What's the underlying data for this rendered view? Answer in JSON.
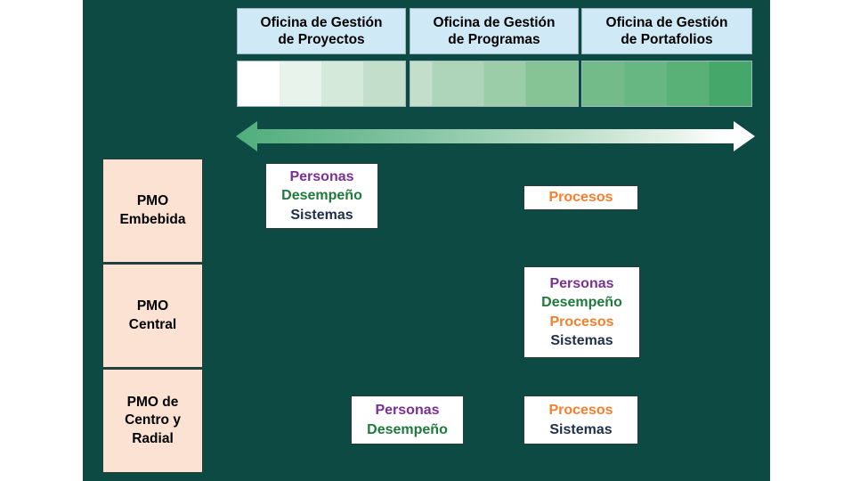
{
  "colors": {
    "panel_background": "#0e4a44",
    "header_box": "#cfe9f7",
    "pmo_box": "#fbe2d2",
    "personas": "#7a2f96",
    "desempeno": "#1e7a3c",
    "procesos": "#f4802e",
    "sistemas": "#1f2e4a",
    "gradient_end": "#45a86a"
  },
  "headers": [
    {
      "label": "Oficina de Gestión de Proyectos",
      "line1": "Oficina de Gestión",
      "line2": "de Proyectos"
    },
    {
      "label": "Oficina de Gestión de Programas",
      "line1": "Oficina de Gestión",
      "line2": "de Programas"
    },
    {
      "label": "Oficina de Gestión de Portafolios",
      "line1": "Oficina de Gestión",
      "line2": "de Portafolios"
    }
  ],
  "pmo_types": [
    {
      "label": "PMO Embebida",
      "line1": "PMO",
      "line2": "Embebida",
      "line3": ""
    },
    {
      "label": "PMO Central",
      "line1": "PMO",
      "line2": "Central",
      "line3": ""
    },
    {
      "label": "PMO de Centro y Radial",
      "line1": "PMO de",
      "line2": "Centro y",
      "line3": "Radial"
    }
  ],
  "terms": {
    "personas": "Personas",
    "desempeno": "Desempeño",
    "procesos": "Procesos",
    "sistemas": "Sistemas"
  },
  "matrix": [
    {
      "row": "PMO Embebida",
      "cells": [
        {
          "column": "Oficina de Gestión de Proyectos",
          "items": [
            "Personas",
            "Desempeño",
            "Sistemas"
          ]
        },
        {
          "column": "Oficina de Gestión de Programas",
          "items": []
        },
        {
          "column": "Oficina de Gestión de Portafolios",
          "items": [
            "Procesos"
          ]
        }
      ]
    },
    {
      "row": "PMO Central",
      "cells": [
        {
          "column": "Oficina de Gestión de Proyectos",
          "items": []
        },
        {
          "column": "Oficina de Gestión de Programas",
          "items": []
        },
        {
          "column": "Oficina de Gestión de Portafolios",
          "items": [
            "Personas",
            "Desempeño",
            "Procesos",
            "Sistemas"
          ]
        }
      ]
    },
    {
      "row": "PMO de Centro y Radial",
      "cells": [
        {
          "column": "Oficina de Gestión de Proyectos",
          "items": []
        },
        {
          "column": "Oficina de Gestión de Programas",
          "items": [
            "Personas",
            "Desempeño"
          ]
        },
        {
          "column": "Oficina de Gestión de Portafolios",
          "items": [
            "Procesos",
            "Sistemas"
          ]
        }
      ]
    }
  ],
  "arrow": {
    "name": "double-headed-gradient-arrow",
    "direction": "bidirectional",
    "left_color": "#4fae7c",
    "right_color": "#ffffff"
  }
}
